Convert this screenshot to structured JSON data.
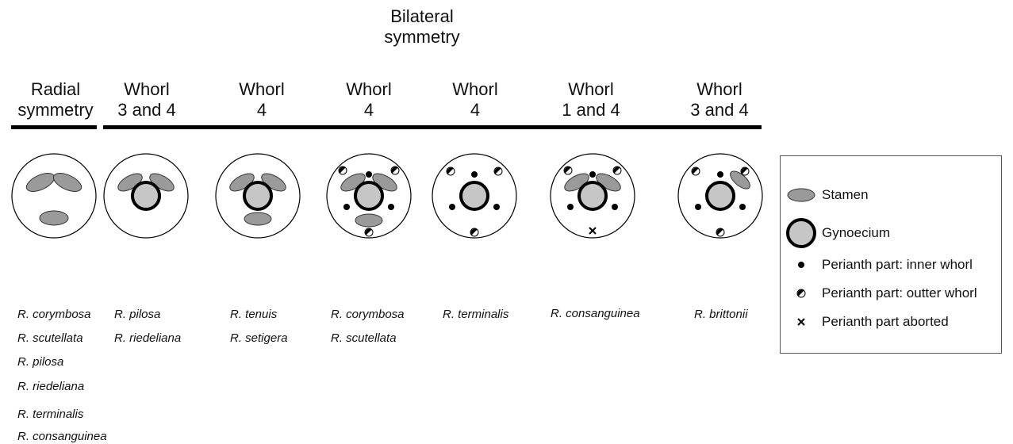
{
  "headers": {
    "bilateral": [
      "Bilateral",
      "symmetry"
    ],
    "radial": [
      "Radial",
      "symmetry"
    ],
    "columns": [
      [
        "Whorl",
        "3 and 4"
      ],
      [
        "Whorl",
        "4"
      ],
      [
        "Whorl",
        "4"
      ],
      [
        "Whorl",
        "4"
      ],
      [
        "Whorl",
        "1 and 4"
      ],
      [
        "Whorl",
        "3 and 4"
      ]
    ]
  },
  "species": [
    [
      "R. corymbosa",
      "R. scutellata",
      "R. pilosa",
      "R. riedeliana",
      "R. terminalis",
      "R. consanguinea"
    ],
    [
      "R. pilosa",
      "R. riedeliana"
    ],
    [
      "R. tenuis",
      "R. setigera"
    ],
    [
      "R. corymbosa",
      "R. scutellata"
    ],
    [
      "R. terminalis"
    ],
    [
      "R. consanguinea"
    ],
    [
      "R. brittonii"
    ]
  ],
  "legend": {
    "stamen": "Stamen",
    "gynoecium": "Gynoecium",
    "inner": "Perianth part: inner whorl",
    "outer": "Perianth part: outter whorl",
    "aborted": "Perianth part aborted"
  },
  "colors": {
    "organ": "#9a9a9a",
    "gyn_fill": "#c6c6c6",
    "line": "#000000"
  }
}
